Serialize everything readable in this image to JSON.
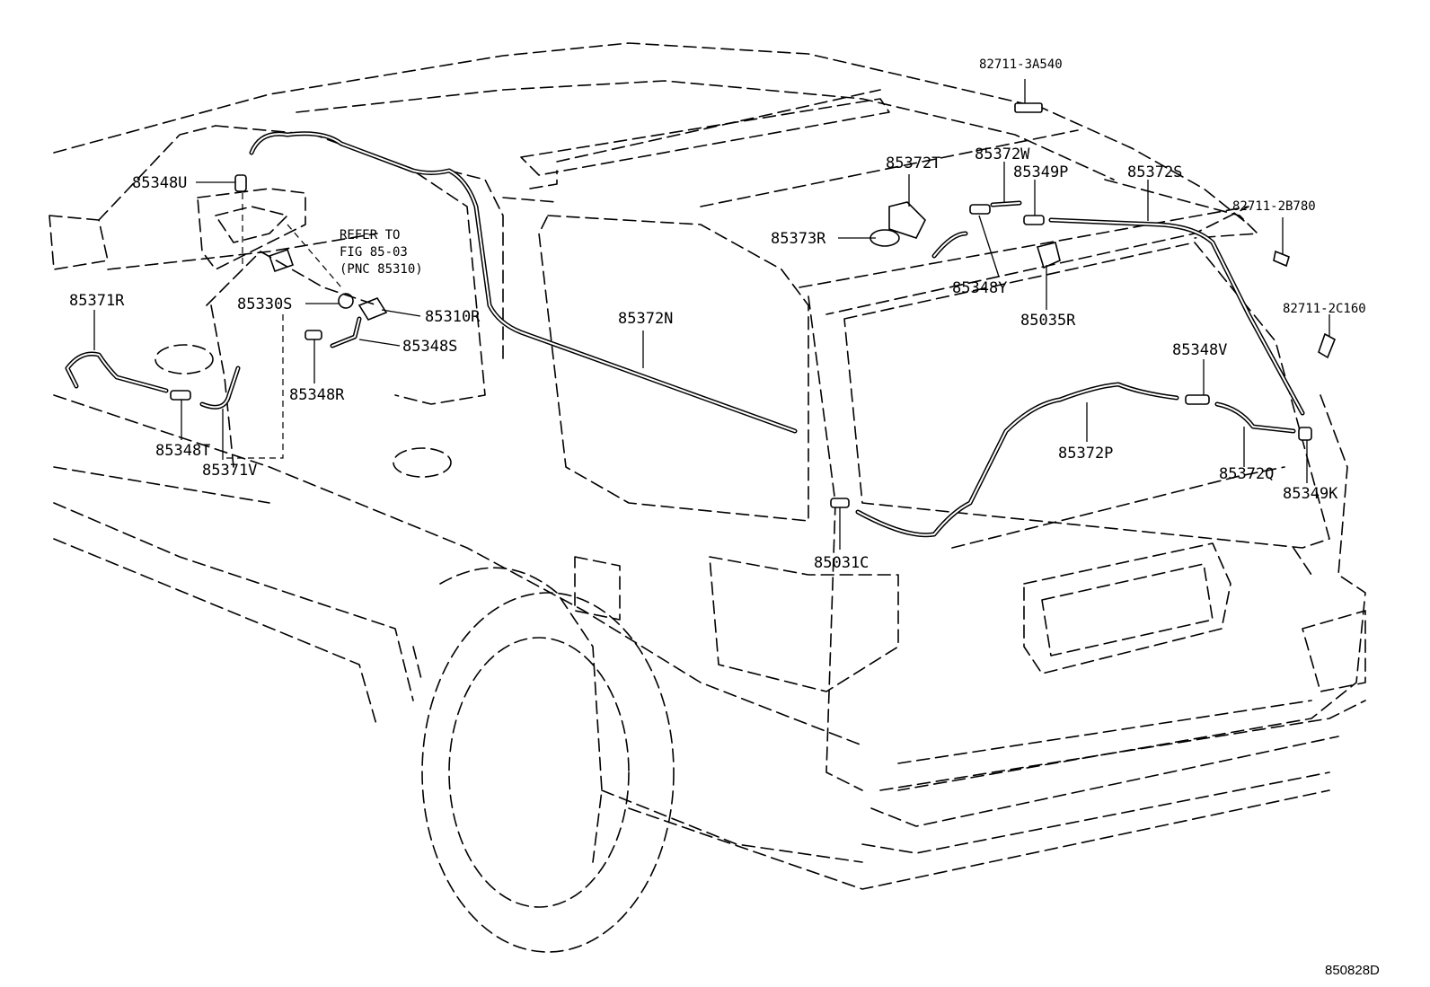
{
  "labels": {
    "p82711_3A540": "82711-3A540",
    "p82711_2B780": "82711-2B780",
    "p82711_2C160": "82711-2C160",
    "p85372T": "85372T",
    "p85372W": "85372W",
    "p85349P": "85349P",
    "p85372S": "85372S",
    "p85373R": "85373R",
    "p85348Y": "85348Y",
    "p85035R": "85035R",
    "p85348U": "85348U",
    "p85330S": "85330S",
    "p85310R": "85310R",
    "p85348S": "85348S",
    "p85348R": "85348R",
    "p85371R": "85371R",
    "p85348T": "85348T",
    "p85371V": "85371V",
    "p85372N": "85372N",
    "p85348V": "85348V",
    "p85372P": "85372P",
    "p85372Q": "85372Q",
    "p85349K": "85349K",
    "p85031C": "85031C"
  },
  "reference_note": {
    "line1": "REFER TO",
    "line2": "FIG 85-03",
    "line3": "(PNC 85310)"
  },
  "figure_id": "850828D"
}
